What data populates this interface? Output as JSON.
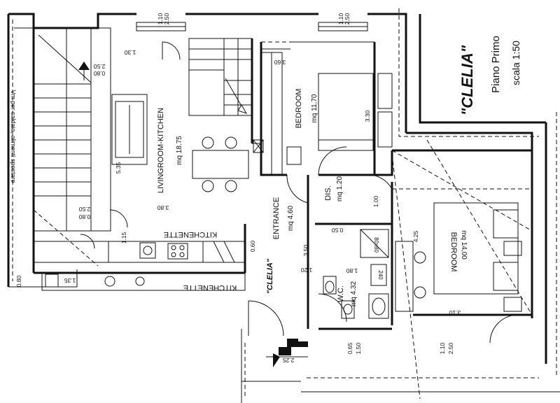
{
  "title": "\"CLELIA\"",
  "floor": "Piano Primo",
  "scale": "scala 1:50",
  "rooms": {
    "living_name": "LIVINGROOM-KITCHEN",
    "living_area": "mq 18.75",
    "bed1_name": "BEDROOM",
    "bed1_area": "mq 11,70",
    "dis_name": "DIS.",
    "dis_area": "mq 1.20",
    "entrance_name": "ENTRANCE",
    "entrance_area": "mq 4.60",
    "wc_name": "W.C.",
    "wc_area": "mq 4.32",
    "bed2_name": "BEDROOM",
    "bed2_area": "mq 14,00",
    "kitchenette": "KITCHENETTE",
    "kitchenette_below": "KITCHENETTE",
    "clelia_small": "\"CLELIA\""
  },
  "side_note": "Vm per caldaia, alimenti spostare",
  "fixture_labels": {
    "shower": "80x80",
    "tank": "240"
  },
  "dims": {
    "top_110": "1.10",
    "top_250": "2.50",
    "top2_110": "1.10",
    "top2_250": "2.50",
    "d_130": "1.30",
    "d_250a": "2.50",
    "d_080a": "0.80",
    "d_360": "3.60",
    "d_535": "5.35",
    "d_330": "3.30",
    "d_380": "3.80",
    "d_250b": "2.50",
    "d_080b": "0.80",
    "d_100": "1.00",
    "d_050": "0.50",
    "d_115": "1.15",
    "d_060": "0.60",
    "d_350": "3.50",
    "d_120": "1.20",
    "d_180": "1.80",
    "d_425": "4.25",
    "d_310": "3.10",
    "d_135": "1.35",
    "d_225": "2.25",
    "d_065": "0.65",
    "d_150": "1.50",
    "d_110b": "1.10",
    "d_250c": "2.50",
    "d_080c": "0.80"
  }
}
